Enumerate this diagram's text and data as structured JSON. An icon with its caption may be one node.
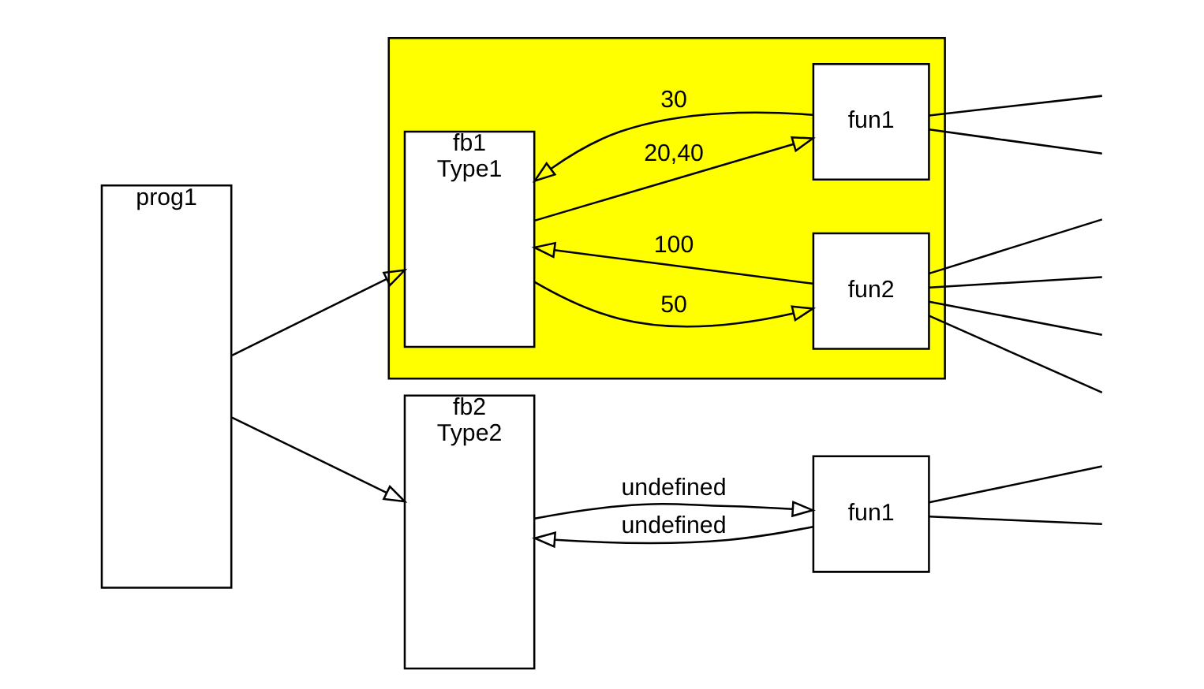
{
  "diagram": {
    "nodes": [
      {
        "text": [],
        "shape": "box"
      },
      {
        "text": [
          "prog1"
        ]
      },
      {
        "text": [
          "fb1",
          "Type1"
        ],
        "in": 0
      },
      {
        "text": [
          "fun1"
        ],
        "in": 0
      },
      {
        "text": [
          "fun2"
        ],
        "in": 0
      },
      {
        "text": [
          "fb2",
          "Type2"
        ]
      },
      {
        "text": [
          "fun1"
        ]
      }
    ],
    "edges": [
      {
        "from": 1,
        "to": 2,
        "arrow": "to"
      },
      {
        "from": 1,
        "to": 5,
        "arrow": "to"
      },
      {
        "from": 2,
        "to": 3,
        "label": "20,40",
        "arrow": "to"
      },
      {
        "from": 3,
        "to": 2,
        "label": "30",
        "arrow": "to"
      },
      {
        "from": 2,
        "to": 4,
        "label": "50",
        "arrow": "to"
      },
      {
        "from": 4,
        "to": 2,
        "label": "100",
        "arrow": "to"
      },
      {
        "from": 5,
        "to": 6,
        "label": "undefined",
        "arrow": "to"
      },
      {
        "from": 6,
        "to": 5,
        "label": "undefined",
        "arrow": "to"
      },
      {
        "from": 3,
        "to": null,
        "arrow": "none"
      },
      {
        "from": 3,
        "to": null,
        "arrow": "none"
      },
      {
        "from": 4,
        "to": null,
        "arrow": "none"
      },
      {
        "from": 4,
        "to": null,
        "arrow": "none"
      },
      {
        "from": 4,
        "to": null,
        "arrow": "none"
      },
      {
        "from": 4,
        "to": null,
        "arrow": "none"
      },
      {
        "from": 6,
        "to": null,
        "arrow": "none"
      },
      {
        "from": 6,
        "to": null,
        "arrow": "none"
      }
    ]
  }
}
